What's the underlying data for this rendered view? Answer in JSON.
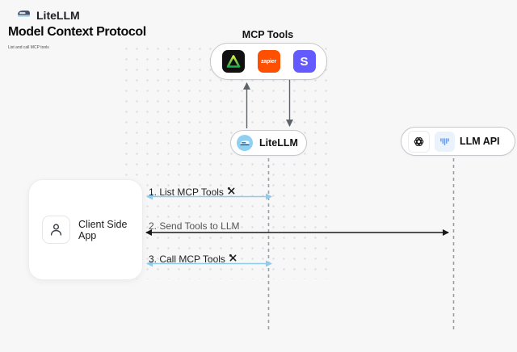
{
  "header": {
    "brand": "LiteLLM",
    "title": "Model Context Protocol",
    "subtitle": "List and call MCP tools"
  },
  "mcp_box": {
    "label": "MCP Tools",
    "providers": [
      {
        "name": "triangle-provider-icon",
        "glyph": "green-triangle"
      },
      {
        "name": "zapier-icon",
        "glyph": "zapier"
      },
      {
        "name": "stripe-icon",
        "glyph": "S"
      }
    ]
  },
  "nodes": {
    "litellm": {
      "label": "LiteLLM"
    },
    "llm_api": {
      "label": "LLM API"
    },
    "client": {
      "label": "Client Side App"
    }
  },
  "flows": [
    {
      "label": "1. List MCP Tools",
      "tool_icon": true,
      "color": "#8FCBEB",
      "from": "Client Side App",
      "to": "LiteLLM"
    },
    {
      "label": "2. Send Tools to LLM",
      "tool_icon": false,
      "color": "#1A1A1A",
      "from": "Client Side App",
      "to": "LLM API"
    },
    {
      "label": "3. Call MCP Tools",
      "tool_icon": true,
      "color": "#8FCBEB",
      "from": "Client Side App",
      "to": "LiteLLM"
    }
  ],
  "icons": {
    "header_logo": "litellm-train-icon",
    "mcp_providers": [
      "green-triangle",
      "zapier",
      "stripe"
    ],
    "llm_providers": [
      "openai",
      "provider-blue"
    ],
    "client": "user-icon",
    "flow_suffix": "tools-icon"
  },
  "colors": {
    "background": "#F7F7F8",
    "accent_blue": "#8FCBEB",
    "arrow_black": "#1A1A1A",
    "arrow_gray": "#5F6368",
    "lifeline_gray": "#9AA0A6",
    "zapier_orange": "#FF4F00",
    "stripe_purple": "#635BFF",
    "triangle_green": "#2EBD4E",
    "litellm_logo_blue": "#8ED0F2"
  }
}
